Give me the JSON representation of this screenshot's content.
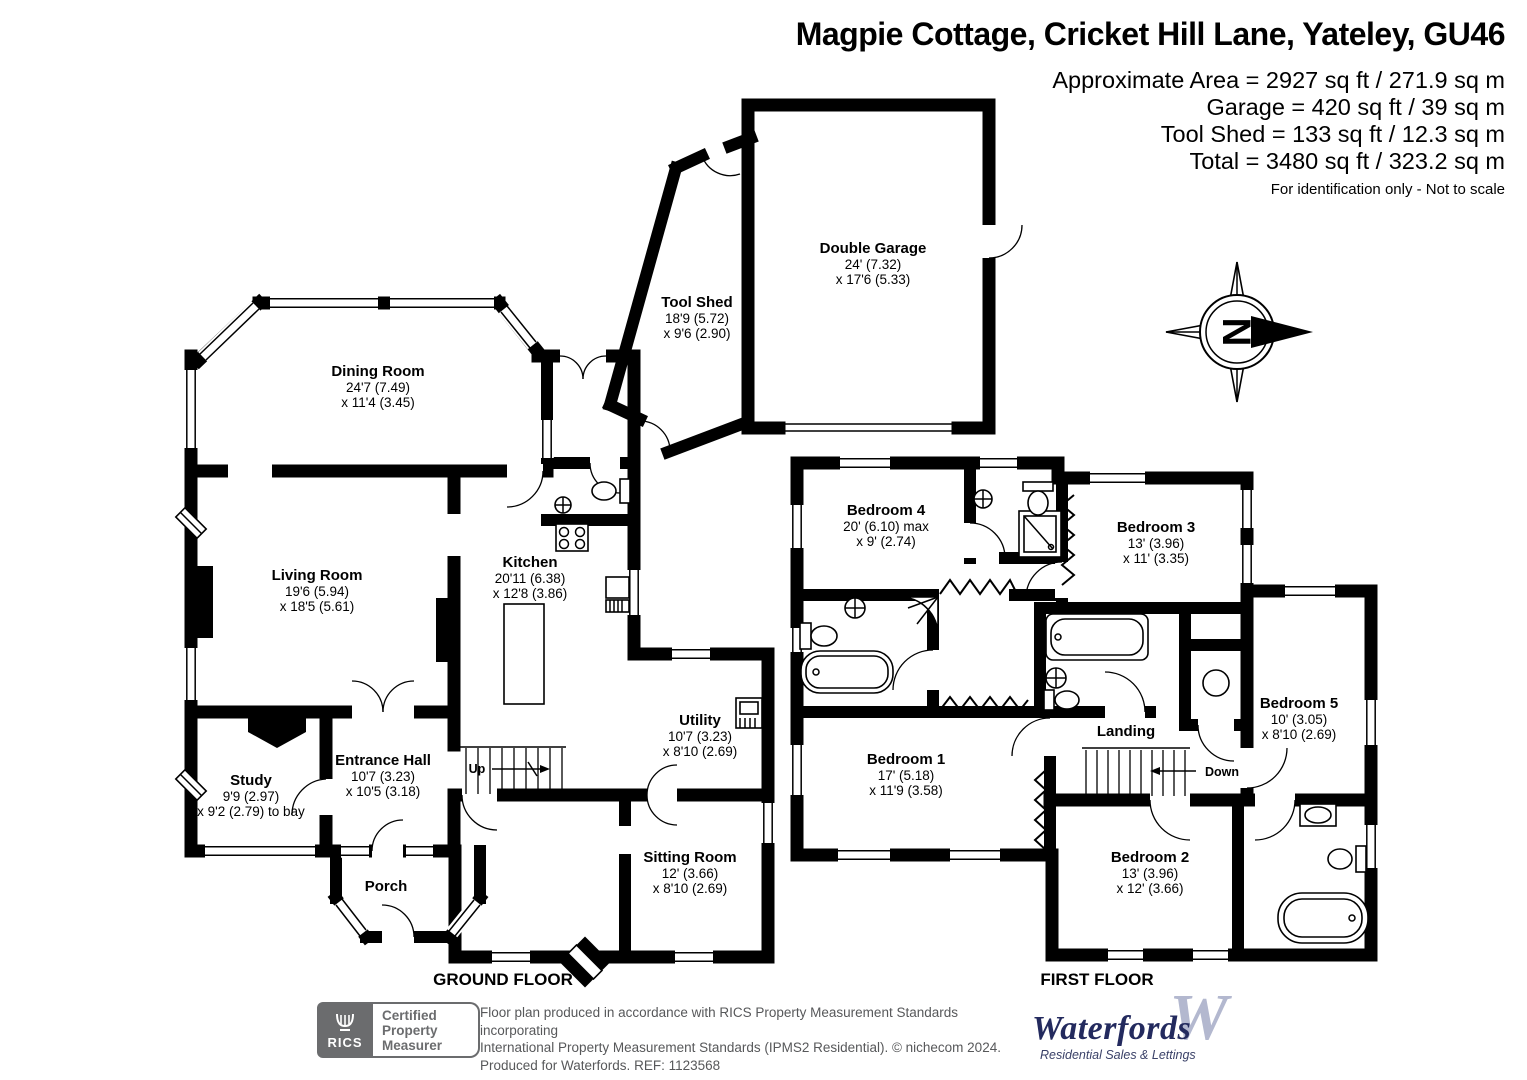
{
  "header": {
    "title": "Magpie Cottage, Cricket Hill Lane, Yateley, GU46",
    "area_lines": [
      "Approximate Area = 2927 sq ft / 271.9 sq m",
      "Garage = 420 sq ft / 39 sq m",
      "Tool Shed = 133 sq ft / 12.3 sq m",
      "Total = 3480 sq ft / 323.2 sq m"
    ],
    "note": "For identification only - Not to scale"
  },
  "compass": {
    "letter": "N"
  },
  "floors": {
    "ground": {
      "label": "GROUND FLOOR"
    },
    "first": {
      "label": "FIRST FLOOR"
    }
  },
  "rooms": {
    "dining": {
      "name": "Dining Room",
      "dim1": "24'7 (7.49)",
      "dim2": "x 11'4 (3.45)"
    },
    "living": {
      "name": "Living Room",
      "dim1": "19'6 (5.94)",
      "dim2": "x 18'5 (5.61)"
    },
    "kitchen": {
      "name": "Kitchen",
      "dim1": "20'11 (6.38)",
      "dim2": "x 12'8 (3.86)"
    },
    "study": {
      "name": "Study",
      "dim1": "9'9 (2.97)",
      "dim2": "x 9'2 (2.79) to bay"
    },
    "entrance_hall": {
      "name": "Entrance Hall",
      "dim1": "10'7 (3.23)",
      "dim2": "x 10'5 (3.18)"
    },
    "porch": {
      "name": "Porch"
    },
    "utility": {
      "name": "Utility",
      "dim1": "10'7 (3.23)",
      "dim2": "x 8'10 (2.69)"
    },
    "sitting": {
      "name": "Sitting Room",
      "dim1": "12' (3.66)",
      "dim2": "x 8'10 (2.69)"
    },
    "tool_shed": {
      "name": "Tool Shed",
      "dim1": "18'9 (5.72)",
      "dim2": "x 9'6 (2.90)"
    },
    "garage": {
      "name": "Double Garage",
      "dim1": "24' (7.32)",
      "dim2": "x 17'6 (5.33)"
    },
    "bedroom1": {
      "name": "Bedroom 1",
      "dim1": "17' (5.18)",
      "dim2": "x 11'9 (3.58)"
    },
    "bedroom2": {
      "name": "Bedroom 2",
      "dim1": "13' (3.96)",
      "dim2": "x 12' (3.66)"
    },
    "bedroom3": {
      "name": "Bedroom 3",
      "dim1": "13' (3.96)",
      "dim2": "x 11' (3.35)"
    },
    "bedroom4": {
      "name": "Bedroom 4",
      "dim1": "20' (6.10) max",
      "dim2": "x 9' (2.74)"
    },
    "bedroom5": {
      "name": "Bedroom 5",
      "dim1": "10' (3.05)",
      "dim2": "x 8'10 (2.69)"
    },
    "landing": {
      "name": "Landing"
    }
  },
  "stairs": {
    "up": "Up",
    "down": "Down"
  },
  "footer": {
    "rics": {
      "brand": "RICS",
      "cert_line1": "Certified",
      "cert_line2": "Property",
      "cert_line3": "Measurer"
    },
    "disclaimer_line1": "Floor plan produced in accordance with RICS Property Measurement Standards incorporating",
    "disclaimer_line2": "International Property Measurement Standards (IPMS2 Residential).   © nichecom 2024.",
    "disclaimer_line3": "Produced for Waterfords.   REF: 1123568",
    "waterfords": {
      "brand": "Waterfords",
      "monogram": "W",
      "tagline": "Residential Sales & Lettings"
    }
  },
  "colors": {
    "wall_black": "#000000",
    "rics_gray": "#6b6c6e",
    "disclaimer_gray": "#57585a",
    "waterfords_navy": "#232a5e",
    "waterfords_monogram": "#b3b8cf"
  }
}
